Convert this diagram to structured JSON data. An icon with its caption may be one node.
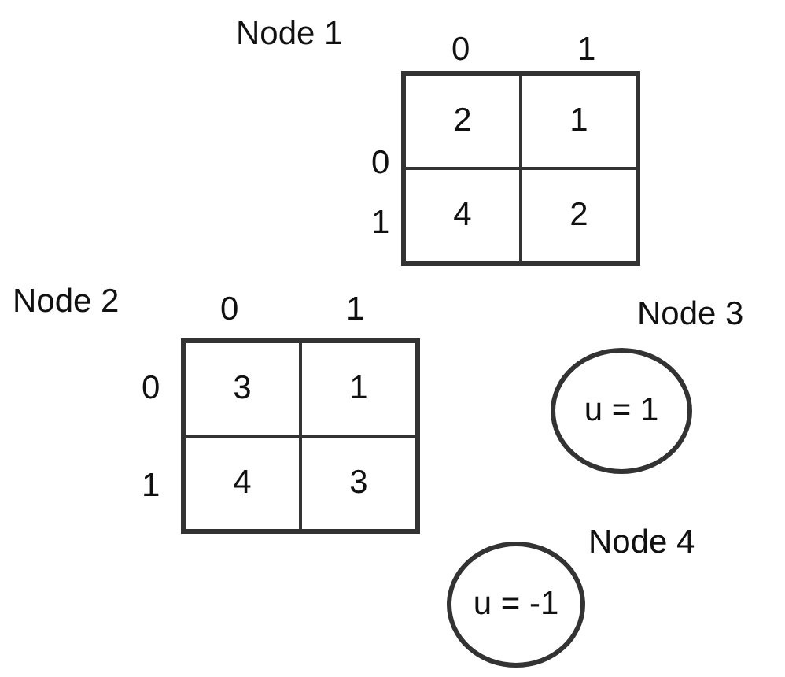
{
  "diagram": {
    "nodes": [
      {
        "text": [
          "Node 1",
          "0",
          "1",
          "0",
          "2",
          "1",
          "1",
          "4",
          "2"
        ]
      },
      {
        "text": [
          "Node 2",
          "0",
          "1",
          "0",
          "3",
          "1",
          "1",
          "4",
          "3"
        ]
      },
      {
        "text": [
          "Node 3",
          "u = 1"
        ]
      },
      {
        "text": [
          "Node 4",
          "u = -1"
        ]
      }
    ]
  }
}
